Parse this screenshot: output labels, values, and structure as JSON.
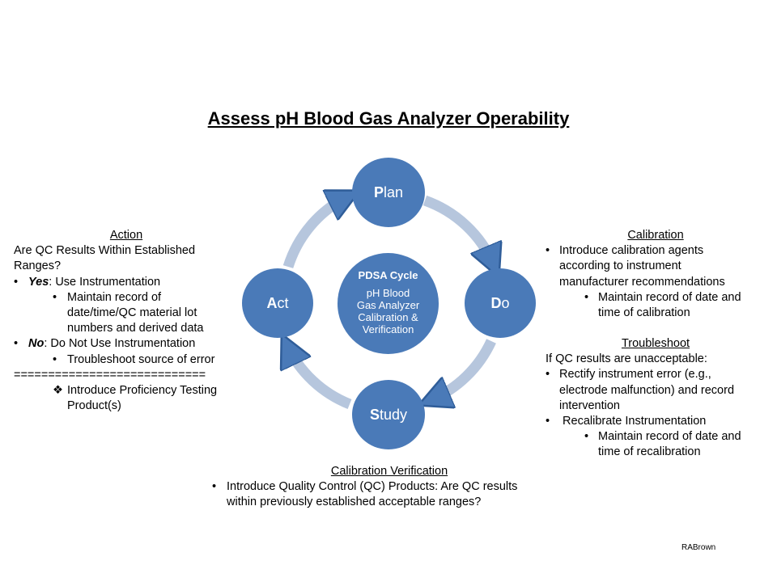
{
  "title": "Assess pH Blood Gas Analyzer Operability",
  "colors": {
    "node": "#4a7ab8",
    "ring": "#b6c6dd"
  },
  "cycle": {
    "center_title": "PDSA Cycle",
    "center_lines": [
      "pH Blood",
      "Gas Analyzer",
      "Calibration &",
      "Verification"
    ],
    "plan": {
      "first": "P",
      "rest": "lan"
    },
    "do": {
      "first": "D",
      "rest": "o"
    },
    "study": {
      "first": "S",
      "rest": "tudy"
    },
    "act": {
      "first": "A",
      "rest": "ct"
    }
  },
  "action": {
    "heading": "Action",
    "line1": "Are QC Results Within Established",
    "line2": "Ranges?",
    "yes_label": "Yes",
    "yes_text": ": Use Instrumentation",
    "yes_sub": [
      "Maintain record of",
      "date/time/QC material lot",
      "numbers and derived data"
    ],
    "no_label": "No",
    "no_text": ":   Do Not Use Instrumentation",
    "no_sub": "Troubleshoot  source of error",
    "divider": "============================",
    "proficiency": [
      "Introduce  Proficiency Testing",
      "Product(s)"
    ]
  },
  "calibration": {
    "heading": "Calibration",
    "bullet": [
      "Introduce  calibration agents",
      "according to instrument",
      "manufacturer  recommendations"
    ],
    "sub": [
      "Maintain record of date and",
      "time of calibration"
    ]
  },
  "troubleshoot": {
    "heading": "Troubleshoot",
    "intro": "If QC results are unacceptable:",
    "bullet1": [
      "Rectify instrument  error (e.g.,",
      "electrode malfunction)  and record",
      "intervention"
    ],
    "bullet2": " Recalibrate Instrumentation",
    "sub": [
      "Maintain record of date and",
      "time of recalibration"
    ]
  },
  "verification": {
    "heading": "Calibration Verification",
    "bullet": [
      "Introduce  Quality  Control  (QC) Products: Are QC results",
      "within previously established acceptable ranges?"
    ]
  },
  "signature": "RABrown",
  "glyphs": {
    "bullet": "•",
    "diamond": "❖"
  }
}
